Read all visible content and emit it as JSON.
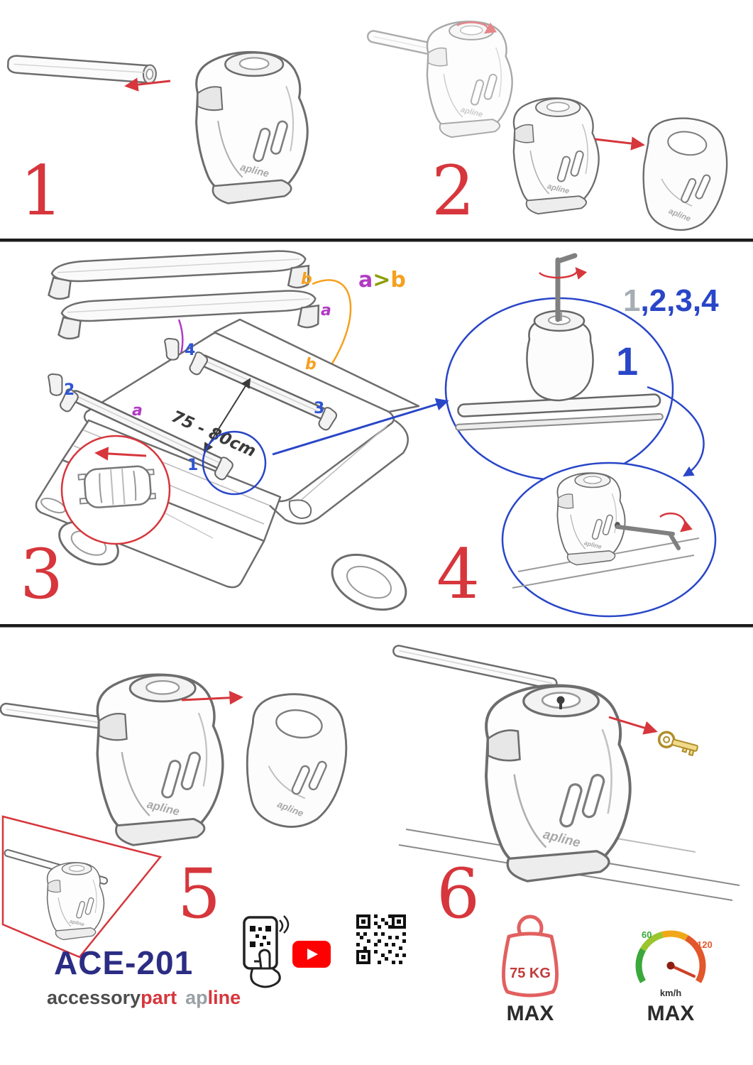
{
  "colors": {
    "accent_red": "#d6363c",
    "accent_blue": "#2946c8",
    "label_blue": "#2f55d4",
    "purple": "#b13bc4",
    "orange": "#f5a01e",
    "navy": "#2b2d84",
    "youtube_red": "#ff0000"
  },
  "steps": {
    "s1": "1",
    "s2": "2",
    "s3": "3",
    "s4": "4",
    "s5": "5",
    "s6": "6"
  },
  "brand": {
    "logo": "apline",
    "model": "ACE-201",
    "word_accessory": "accessory",
    "word_part": "part",
    "word_ap": "ap",
    "word_line": "line"
  },
  "assembly": {
    "bar_a": "a",
    "bar_b": "b",
    "order": {
      "a": "a",
      "gt": ">",
      "b": "b"
    },
    "sequence": {
      "gray": "1",
      "blue": ",2,3,4"
    },
    "measurement": "75 - 80cm",
    "positions": {
      "p1": "1",
      "p2": "2",
      "p3": "3",
      "p4": "4"
    },
    "callout": "1"
  },
  "limits": {
    "weight": "75 KG",
    "weight_max": "MAX",
    "speed_low": "60",
    "speed_high": "120",
    "speed_unit": "km/h",
    "speed_max": "MAX"
  }
}
